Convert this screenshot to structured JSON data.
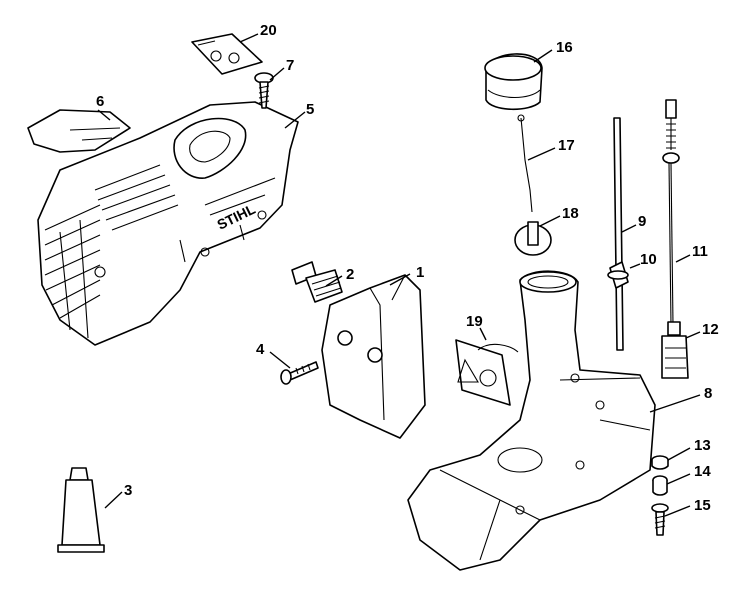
{
  "brand": "STIHL",
  "callouts": [
    {
      "id": "1",
      "label": "1"
    },
    {
      "id": "2",
      "label": "2"
    },
    {
      "id": "3",
      "label": "3"
    },
    {
      "id": "4",
      "label": "4"
    },
    {
      "id": "5",
      "label": "5"
    },
    {
      "id": "6",
      "label": "6"
    },
    {
      "id": "7",
      "label": "7"
    },
    {
      "id": "8",
      "label": "8"
    },
    {
      "id": "9",
      "label": "9"
    },
    {
      "id": "10",
      "label": "10"
    },
    {
      "id": "11",
      "label": "11"
    },
    {
      "id": "12",
      "label": "12"
    },
    {
      "id": "13",
      "label": "13"
    },
    {
      "id": "14",
      "label": "14"
    },
    {
      "id": "15",
      "label": "15"
    },
    {
      "id": "16",
      "label": "16"
    },
    {
      "id": "17",
      "label": "17"
    },
    {
      "id": "18",
      "label": "18"
    },
    {
      "id": "19",
      "label": "19"
    },
    {
      "id": "20",
      "label": "20"
    }
  ]
}
